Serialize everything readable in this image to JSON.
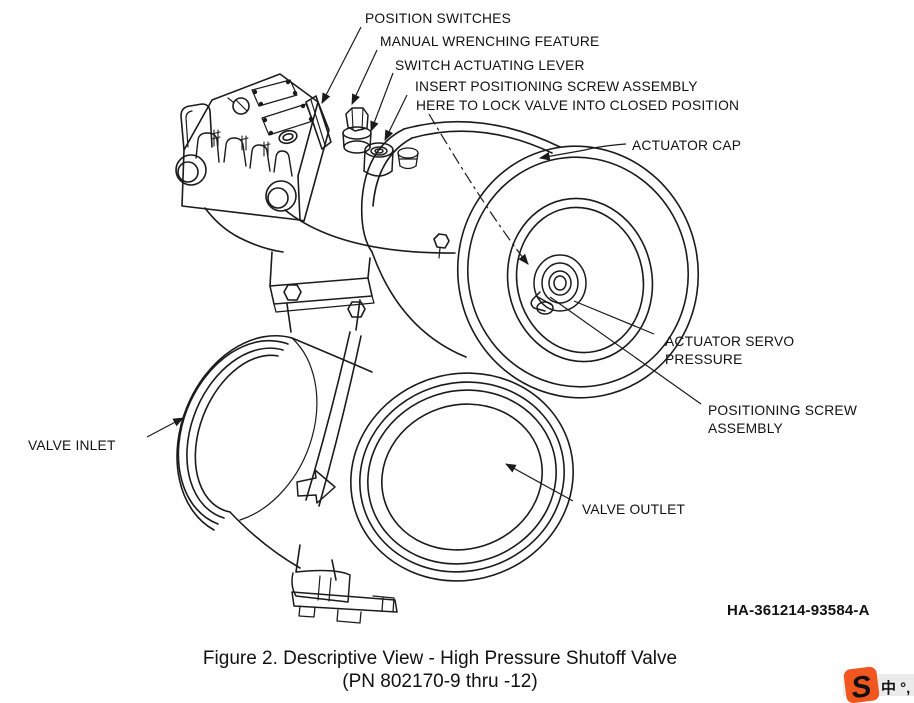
{
  "figure": {
    "caption_line1": "Figure 2.  Descriptive View - High Pressure Shutoff Valve",
    "caption_line2": "(PN 802170-9 thru -12)",
    "drawing_number": "HA-361214-93584-A"
  },
  "callouts": {
    "position_switches": "POSITION SWITCHES",
    "manual_wrenching_feature": "MANUAL WRENCHING FEATURE",
    "switch_actuating_lever": "SWITCH ACTUATING LEVER",
    "insert_line1": "INSERT POSITIONING SCREW ASSEMBLY",
    "insert_line2": "HERE TO LOCK VALVE INTO CLOSED POSITION",
    "actuator_cap": "ACTUATOR CAP",
    "actuator_servo_line1": "ACTUATOR SERVO",
    "actuator_servo_line2": "PRESSURE",
    "positioning_screw_line1": "POSITIONING SCREW",
    "positioning_screw_line2": "ASSEMBLY",
    "valve_inlet": "VALVE INLET",
    "valve_outlet": "VALVE OUTLET"
  },
  "watermark": {
    "tile_letter": "S",
    "text": "中 °,",
    "tile_color": "#f0561d",
    "text_color": "#1e73c4",
    "band_color": "#ebebeb"
  },
  "colors": {
    "ink": "#1b1b1b",
    "background": "#ffffff"
  }
}
